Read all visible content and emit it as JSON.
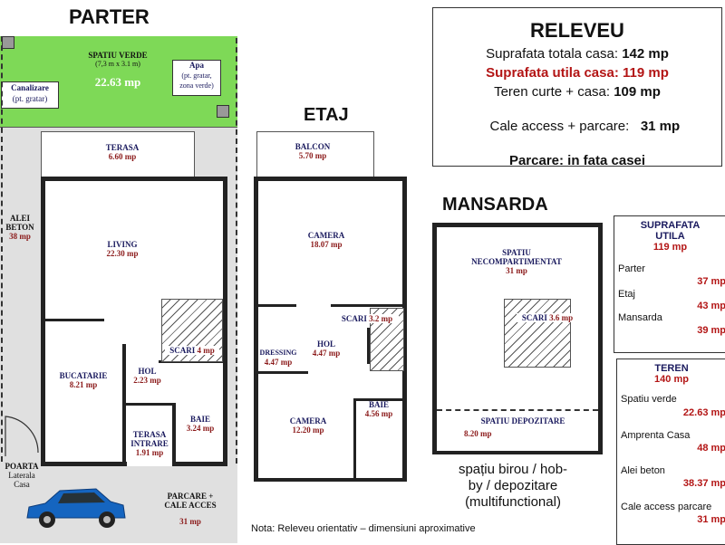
{
  "parter": {
    "title": "PARTER",
    "spatiu_verde": {
      "label": "SPATIU VERDE",
      "dims": "(7,3 m x 3.1 m)",
      "area": "22.63 mp"
    },
    "canalizare": {
      "line1": "Canalizare",
      "line2": "(pt. gratar)"
    },
    "apa": {
      "line1": "Apa",
      "line2": "(pt. gratar,",
      "line3": "zona verde)"
    },
    "alei": {
      "line1": "ALEI",
      "line2": "BETON",
      "area": "38 mp"
    },
    "terasa": {
      "name": "TERASA",
      "area": "6.60 mp"
    },
    "living": {
      "name": "LIVING",
      "area": "22.30 mp"
    },
    "bucatarie": {
      "name": "BUCATARIE",
      "area": "8.21 mp"
    },
    "hol": {
      "name": "HOL",
      "area": "2.23 mp"
    },
    "scari": {
      "name": "SCARI",
      "area": "4 mp"
    },
    "terasa_intrare": {
      "line1": "TERASA",
      "line2": "INTRARE",
      "area": "1.91 mp"
    },
    "baie": {
      "name": "BAIE",
      "area": "3.24 mp"
    },
    "poarta": {
      "line1": "POARTA",
      "line2": "Laterala",
      "line3": "Casa"
    },
    "parcare": {
      "line1": "PARCARE +",
      "line2": "CALE ACCES",
      "area": "31 mp"
    }
  },
  "etaj": {
    "title": "ETAJ",
    "balcon": {
      "name": "BALCON",
      "area": "5.70 mp"
    },
    "camera1": {
      "name": "CAMERA",
      "area": "18.07 mp"
    },
    "scari": {
      "name": "SCARI",
      "area": "3.2 mp"
    },
    "hol": {
      "name": "HOL",
      "area": "4.47 mp"
    },
    "dressing": {
      "name": "DRESSING",
      "area": "4.47 mp"
    },
    "camera2": {
      "name": "CAMERA",
      "area": "12.20 mp"
    },
    "baie": {
      "name": "BAIE",
      "area": "4.56 mp"
    }
  },
  "mansarda": {
    "title": "MANSARDA",
    "spatiu": {
      "line1": "SPATIU",
      "line2": "NECOMPARTIMENTAT",
      "area": "31 mp"
    },
    "scari": {
      "name": "SCARI",
      "area": "3.6 mp"
    },
    "depozitare": {
      "name": "SPATIU DEPOZITARE",
      "area": "8.20 mp"
    },
    "note_line1": "spațiu birou / hob-",
    "note_line2": "by / depozitare",
    "note_line3": "(multifunctional)"
  },
  "releveu": {
    "title": "RELEVEU",
    "rows": [
      {
        "label": "Suprafata totala casa: ",
        "value": "142 mp"
      },
      {
        "label": "Suprafata utila casa: ",
        "value": "119 mp"
      },
      {
        "label": "Teren curte + casa: ",
        "value": "109 mp"
      },
      {
        "label": "Cale access + parcare:   ",
        "value": "31 mp"
      }
    ],
    "parcare": "Parcare: in fata casei"
  },
  "suprafata_utila": {
    "title1": "SUPRAFATA",
    "title2": "UTILA",
    "total": "119 mp",
    "items": [
      {
        "label": "Parter",
        "value": "37 mp"
      },
      {
        "label": "Etaj",
        "value": "43 mp"
      },
      {
        "label": "Mansarda",
        "value": "39 mp"
      }
    ]
  },
  "teren": {
    "title": "TEREN",
    "total": "140 mp",
    "items": [
      {
        "label": "Spatiu verde",
        "value": "22.63 mp"
      },
      {
        "label": "Amprenta Casa",
        "value": "48 mp"
      },
      {
        "label": "Alei beton",
        "value": "38.37 mp"
      },
      {
        "label": "Cale access parcare",
        "value": "31 mp"
      }
    ]
  },
  "nota": "Nota: Releveu orientativ – dimensiuni aproximative",
  "colors": {
    "green": "#7ed957",
    "gray": "#e0e0e0",
    "car": "#1565c0",
    "red": "#b31515",
    "navy": "#1a1a5e"
  }
}
